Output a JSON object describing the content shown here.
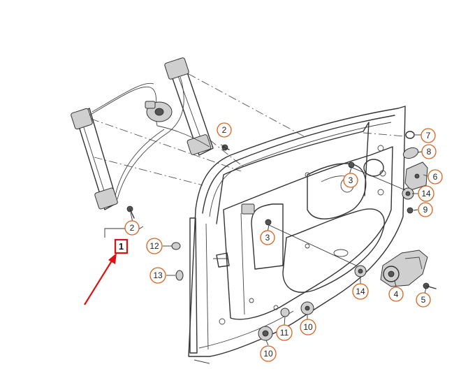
{
  "callouts": [
    {
      "id": "c2a",
      "label": "2"
    },
    {
      "id": "c2b",
      "label": "2"
    },
    {
      "id": "c3a",
      "label": "3"
    },
    {
      "id": "c3b",
      "label": "3"
    },
    {
      "id": "c4",
      "label": "4"
    },
    {
      "id": "c5",
      "label": "5"
    },
    {
      "id": "c6",
      "label": "6"
    },
    {
      "id": "c7",
      "label": "7"
    },
    {
      "id": "c8",
      "label": "8"
    },
    {
      "id": "c9",
      "label": "9"
    },
    {
      "id": "c10a",
      "label": "10"
    },
    {
      "id": "c10b",
      "label": "10"
    },
    {
      "id": "c11",
      "label": "11"
    },
    {
      "id": "c12",
      "label": "12"
    },
    {
      "id": "c13",
      "label": "13"
    },
    {
      "id": "c14a",
      "label": "14"
    },
    {
      "id": "c14b",
      "label": "14"
    }
  ],
  "highlight": {
    "label": "1",
    "color": "#e01010"
  }
}
